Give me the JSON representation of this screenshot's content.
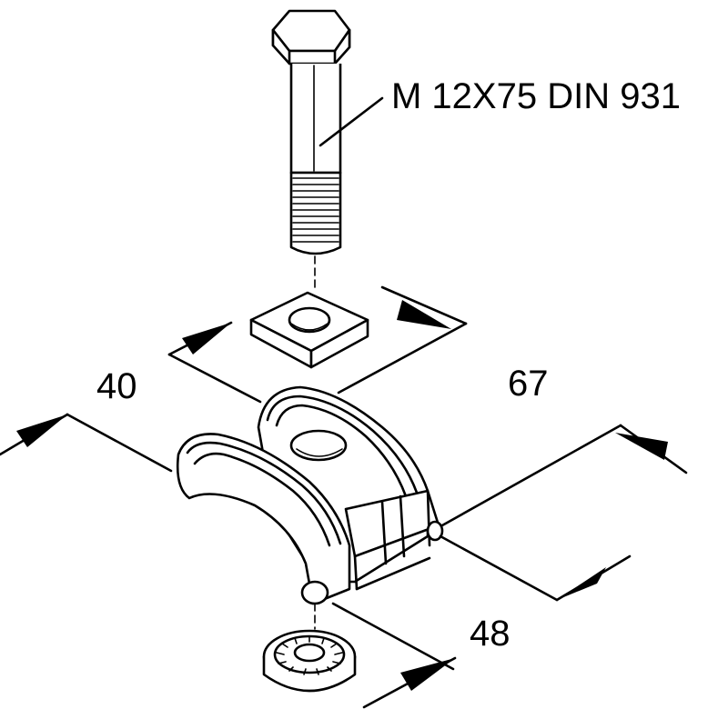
{
  "labels": {
    "bolt_spec": "M 12X75 DIN 931",
    "dim_width": "40",
    "dim_length": "67",
    "dim_depth": "48"
  }
}
